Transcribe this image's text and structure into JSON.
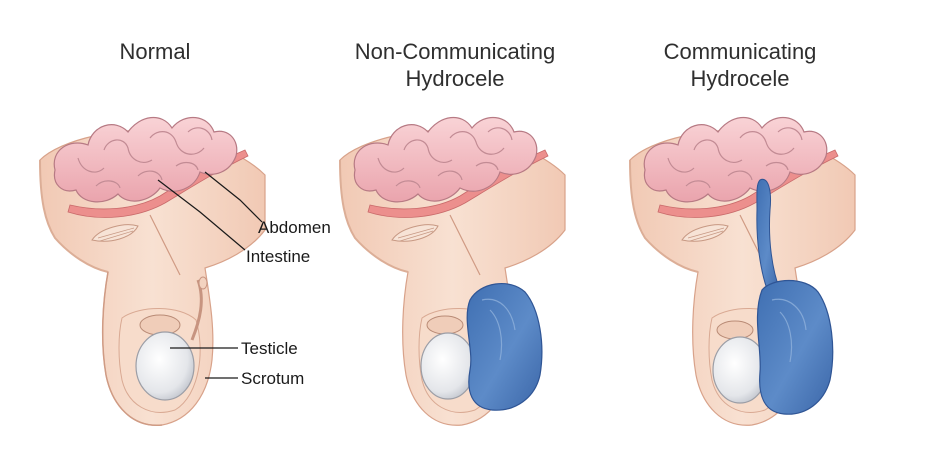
{
  "panels": [
    {
      "title_lines": [
        "Normal"
      ]
    },
    {
      "title_lines": [
        "Non-Communicating",
        "Hydrocele"
      ]
    },
    {
      "title_lines": [
        "Communicating",
        "Hydrocele"
      ]
    }
  ],
  "labels": {
    "abdomen": "Abdomen",
    "intestine": "Intestine",
    "testicle": "Testicle",
    "scrotum": "Scrotum"
  },
  "colors": {
    "background": "#ffffff",
    "skin": "#f6d9c6",
    "skin_edge": "#d7a58e",
    "intestine": "#f3bcc3",
    "intestine_edge": "#b97b86",
    "abdomen_lining": "#ea8a8a",
    "fluid": "#4d79b8",
    "testicle": "#e4e6ea"
  }
}
